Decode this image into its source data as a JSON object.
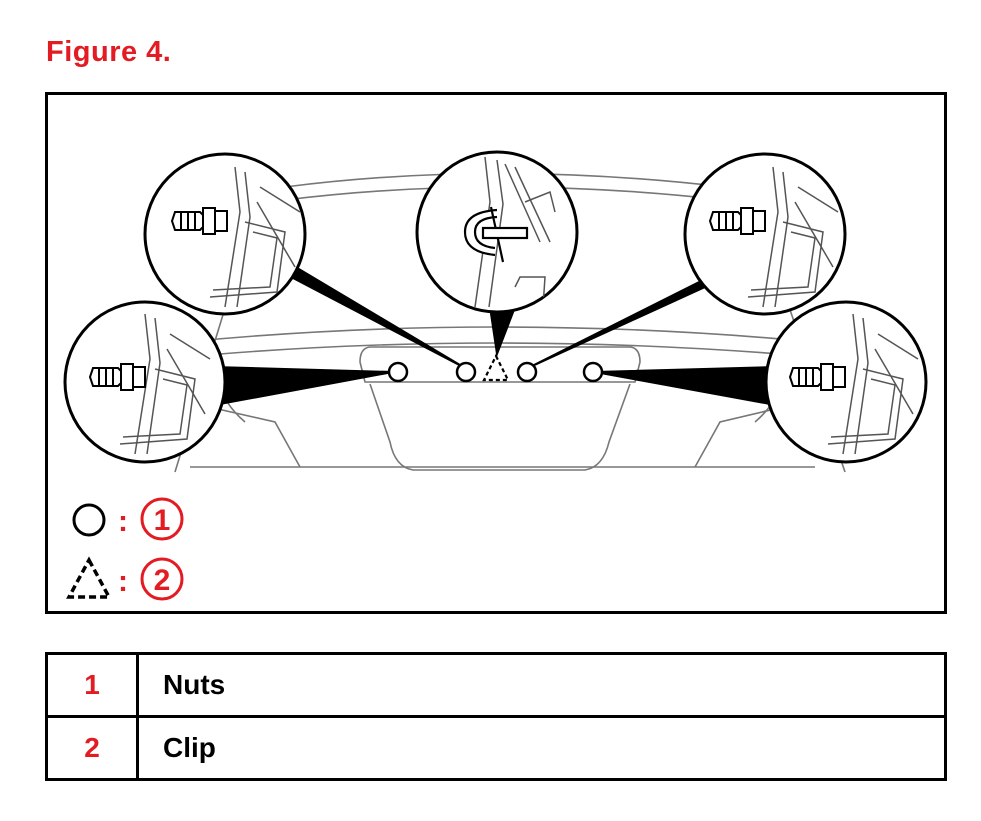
{
  "figure": {
    "title": "Figure 4."
  },
  "legend": [
    {
      "symbol": "circle",
      "number": "1"
    },
    {
      "symbol": "dashed-triangle",
      "number": "2"
    }
  ],
  "legend_separator": ":",
  "parts_table": [
    {
      "number": "1",
      "name": "Nuts"
    },
    {
      "number": "2",
      "name": "Clip"
    }
  ],
  "colors": {
    "accent": "#e31b23",
    "line": "#000000",
    "sketch": "#777777"
  }
}
